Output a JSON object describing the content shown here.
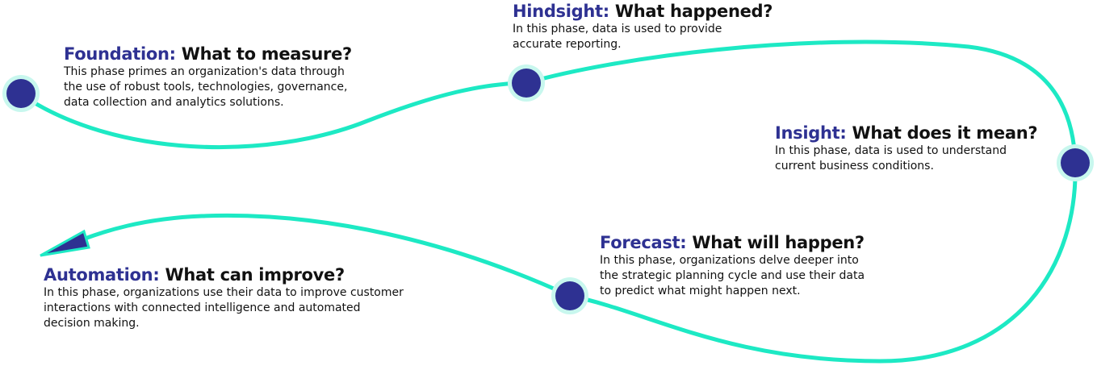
{
  "colors": {
    "accent": "#2e3192",
    "path": "#1de9c4",
    "node_fill": "#2e3192",
    "node_ring": "#c8f7ee",
    "text": "#111111"
  },
  "phases": [
    {
      "name": "Foundation:",
      "question": "What to measure?",
      "description": "This phase primes an organization's data through\nthe use of robust tools, technologies, governance,\ndata collection and analytics solutions."
    },
    {
      "name": "Hindsight:",
      "question": "What happened?",
      "description": "In this phase, data is used to provide\naccurate reporting."
    },
    {
      "name": "Insight:",
      "question": "What does it mean?",
      "description": "In this phase, data is used to understand\ncurrent business conditions."
    },
    {
      "name": "Forecast:",
      "question": "What will happen?",
      "description": "In this phase, organizations delve deeper into\nthe strategic planning cycle and use their data\nto predict what might happen next."
    },
    {
      "name": "Automation:",
      "question": "What can improve?",
      "description": "In this phase, organizations use their data to improve customer\ninteractions with connected intelligence and automated\ndecision making."
    }
  ]
}
